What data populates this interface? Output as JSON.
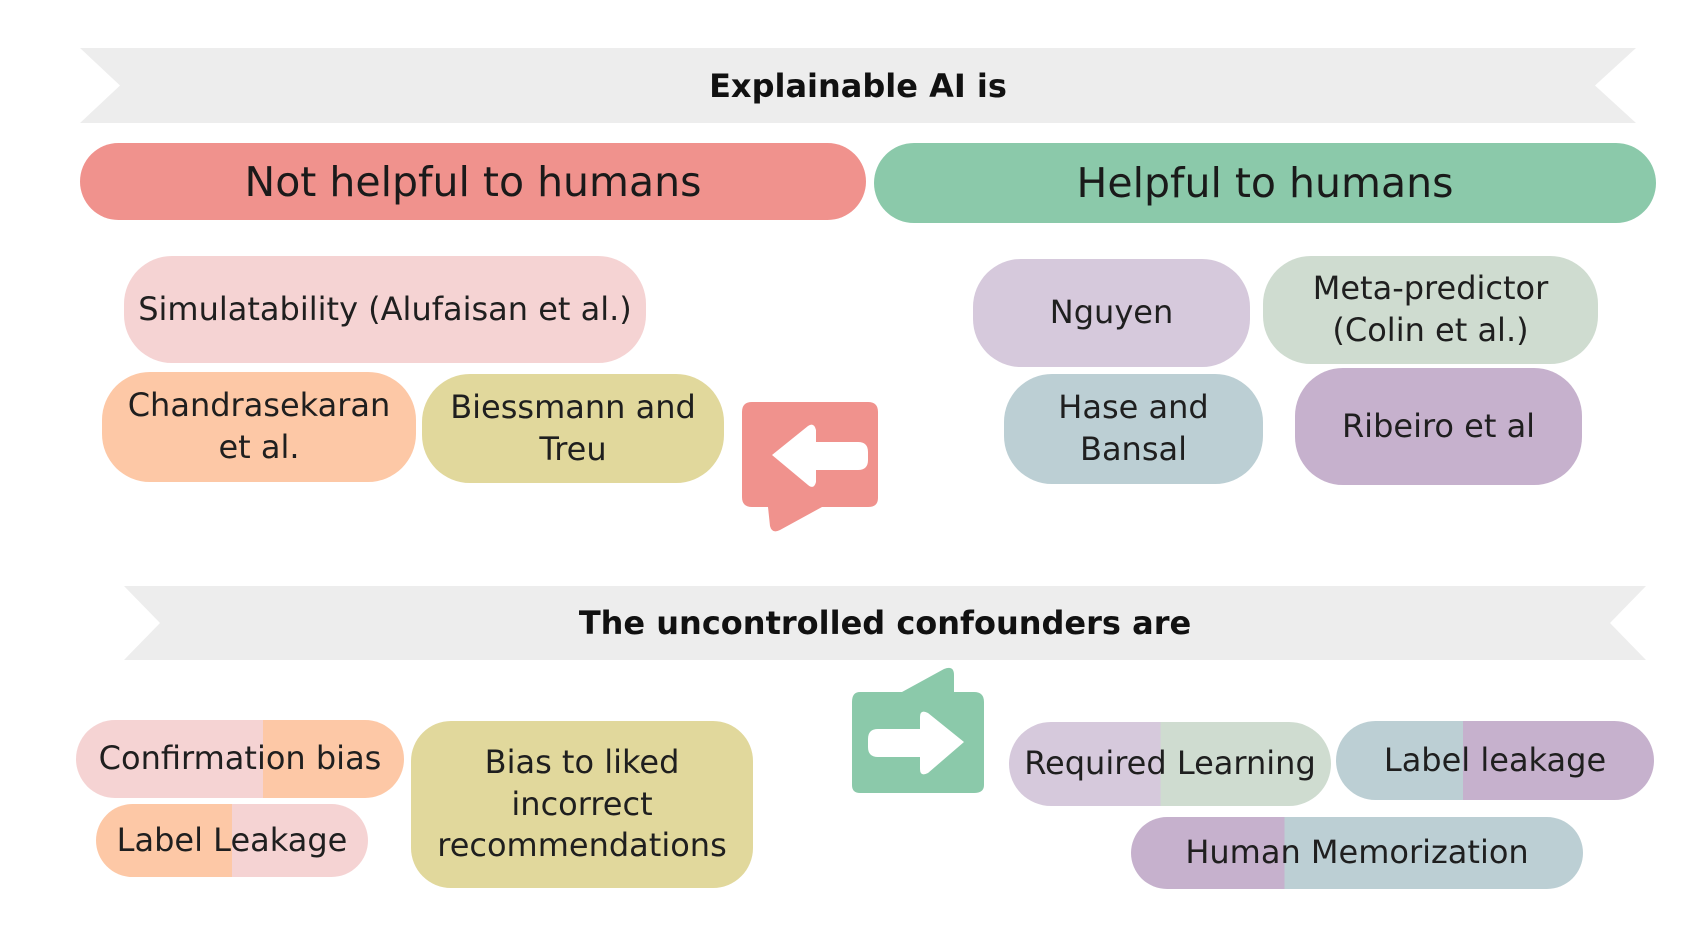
{
  "banners": {
    "top": "Explainable AI is",
    "bottom": "The uncontrolled confounders are"
  },
  "headers": {
    "not_helpful": "Not helpful to humans",
    "helpful": "Helpful to humans"
  },
  "not_helpful_items": {
    "simulatability": "Simulatability (Alufaisan et al.)",
    "chandrasekaran": "Chandrasekaran et al.",
    "biessmann": "Biessmann and Treu"
  },
  "helpful_items": {
    "nguyen": "Nguyen",
    "meta_predictor": "Meta-predictor (Colin et al.)",
    "hase": "Hase and Bansal",
    "ribeiro": "Ribeiro et al"
  },
  "confounders_left": {
    "confirmation_bias": "Confirmation bias",
    "label_leakage": "Label Leakage",
    "bias_liked": "Bias to liked incorrect recommendations"
  },
  "confounders_right": {
    "required_learning": "Required Learning",
    "label_leakage": "Label leakage",
    "human_memorization": "Human Memorization"
  },
  "icons": {
    "left_arrow": "arrow-left-icon",
    "right_arrow": "arrow-right-icon"
  },
  "colors": {
    "banner": "#ededed",
    "red": "#f0928d",
    "green": "#8bc9aa",
    "pink": "#f5d3d3",
    "peach": "#fdc8a6",
    "khaki": "#e1d89c",
    "lavender": "#d6c9dc",
    "sage": "#cfdcd0",
    "blue_grey": "#bccfd4",
    "purple": "#c6b1cd"
  }
}
